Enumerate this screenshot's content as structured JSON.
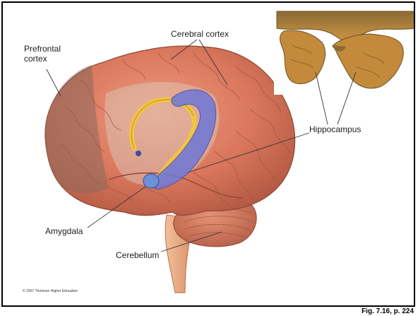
{
  "labels": {
    "prefrontal_line1": "Prefrontal",
    "prefrontal_line2": "cortex",
    "cerebral_cortex": "Cerebral cortex",
    "hippocampus": "Hippocampus",
    "amygdala": "Amygdala",
    "cerebellum": "Cerebellum"
  },
  "copyright": "© 2007 Thomson Higher Education",
  "figure_ref": "Fig. 7.16, p. 224",
  "colors": {
    "cortex": "#d9765c",
    "prefrontal_shade": "#8a6a5c",
    "hippocampus": "#6f78d8",
    "fornix": "#f2c63a",
    "brainstem": "#e9a77f",
    "specimen": "#c48a3c"
  }
}
